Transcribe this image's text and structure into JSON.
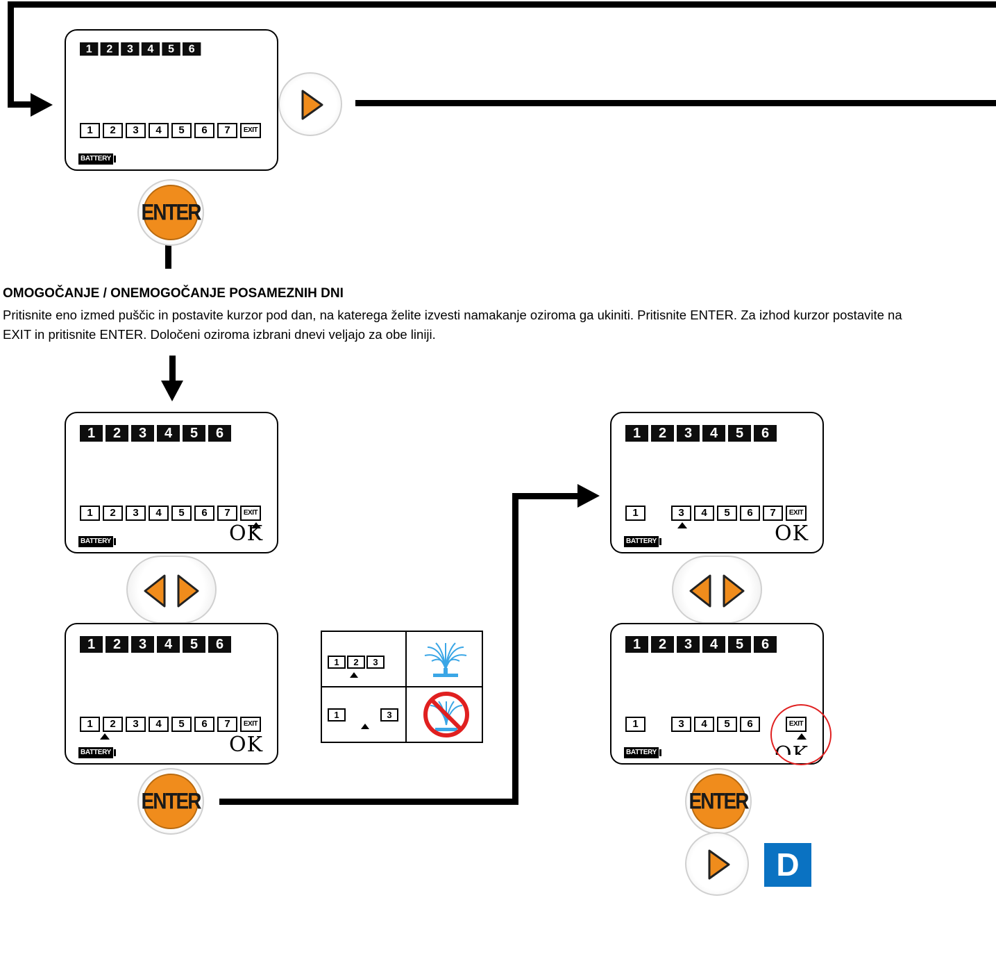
{
  "programs": [
    "1",
    "2",
    "3",
    "4",
    "5",
    "6"
  ],
  "days": [
    "1",
    "2",
    "3",
    "4",
    "5",
    "6",
    "7"
  ],
  "exit_label": "EXIT",
  "battery_label": "BATTERY",
  "ok_label": "OK",
  "enter_label": "ENTER",
  "section": {
    "heading": "OMOGOČANJE / ONEMOGOČANJE POSAMEZNIH DNI",
    "paragraph": "Pritisnite eno izmed puščic in postavite kurzor pod dan, na katerega želite izvesti namakanje oziroma ga ukiniti. Pritisnite ENTER. Za izhod kurzor postavite na EXIT in pritisnite ENTER. Določeni oziroma izbrani dnevi veljajo za obe liniji."
  },
  "legend": {
    "enabled_days": [
      "1",
      "2",
      "3"
    ],
    "disabled_days": [
      "1",
      "3"
    ]
  },
  "next_step_badge": "D",
  "colors": {
    "button_orange": "#f08c1c",
    "badge_blue": "#0a72c2",
    "water_blue": "#3aa6e6",
    "no_symbol_red": "#e02020"
  }
}
